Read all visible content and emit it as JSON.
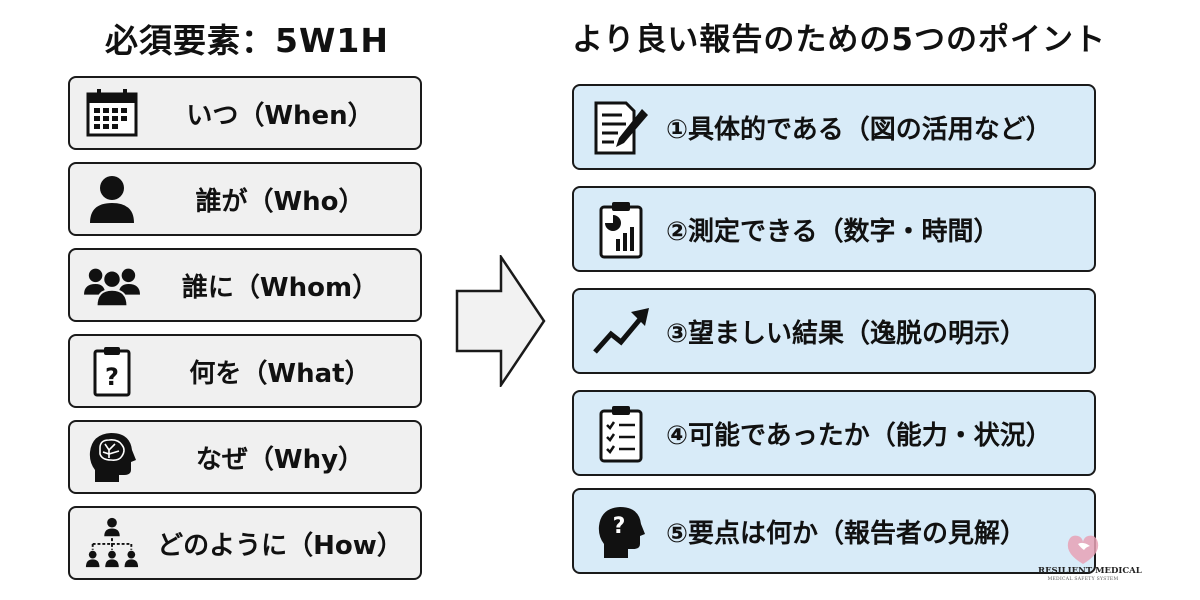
{
  "left_title": "必須要素：5W1H",
  "right_title": "より良い報告のための5つのポイント",
  "left_items": [
    {
      "label": "いつ（When）",
      "icon": "calendar-icon"
    },
    {
      "label": "誰が（Who）",
      "icon": "person-icon"
    },
    {
      "label": "誰に（Whom）",
      "icon": "group-icon"
    },
    {
      "label": "何を（What）",
      "icon": "clipboard-question-icon"
    },
    {
      "label": "なぜ（Why）",
      "icon": "head-brain-icon"
    },
    {
      "label": "どのように（How）",
      "icon": "hierarchy-icon"
    }
  ],
  "right_items": [
    {
      "label": "①具体的である（図の活用など）",
      "icon": "document-pen-icon"
    },
    {
      "label": "②測定できる（数字・時間）",
      "icon": "clipboard-chart-icon"
    },
    {
      "label": "③望ましい結果（逸脱の明示）",
      "icon": "trend-up-icon"
    },
    {
      "label": "④可能であったか（能力・状況）",
      "icon": "checklist-icon"
    },
    {
      "label": "⑤要点は何か（報告者の見解）",
      "icon": "head-question-icon"
    }
  ],
  "logo": {
    "name": "RESILIENT MEDICAL",
    "subtitle": "MEDICAL SAFETY SYSTEM"
  },
  "colors": {
    "left_box_fill": "#f0f0f0",
    "right_box_fill": "#d8ebf8",
    "border": "#1a1a1a",
    "arrow_fill": "#f2f2f2",
    "logo_accent": "#e7a2b6"
  }
}
